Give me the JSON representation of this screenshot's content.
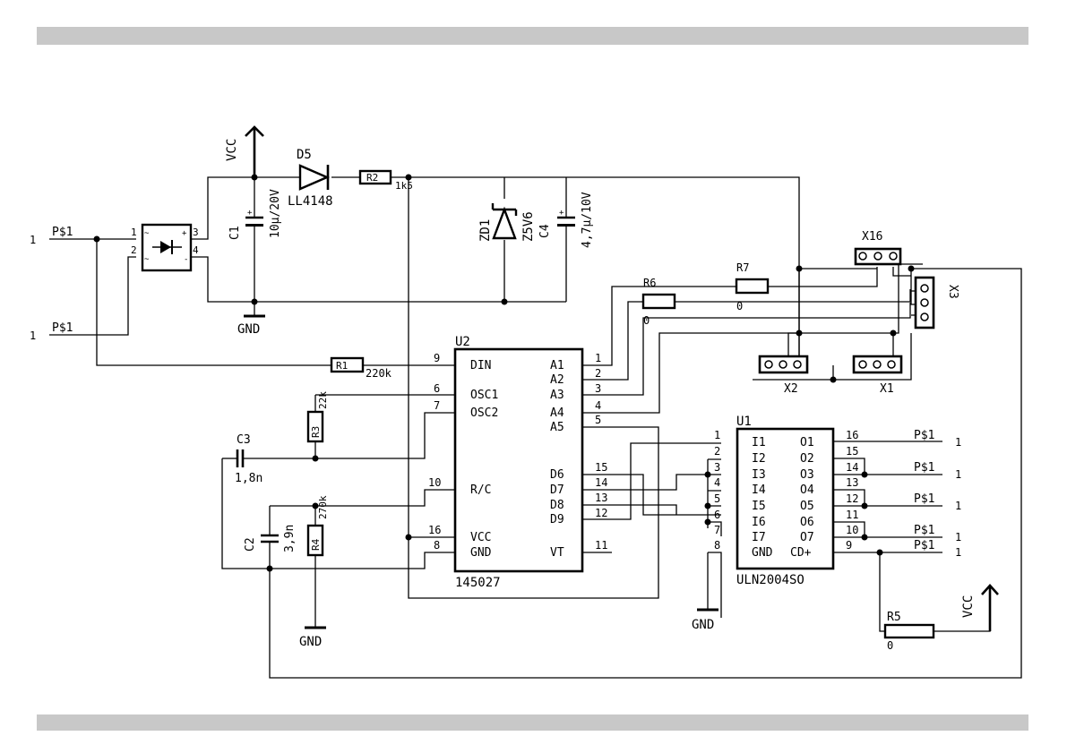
{
  "components": {
    "U2": {
      "name": "U2",
      "value": "145027",
      "pins": {
        "p9": "9",
        "p6": "6",
        "p7": "7",
        "p10": "10",
        "p16": "16",
        "p8": "8",
        "p1": "1",
        "p2": "2",
        "p3": "3",
        "p4": "4",
        "p5": "5",
        "p15": "15",
        "p14": "14",
        "p13": "13",
        "p12": "12",
        "p11": "11"
      },
      "labels": {
        "DIN": "DIN",
        "OSC1": "OSC1",
        "OSC2": "OSC2",
        "RC": "R/C",
        "VCC": "VCC",
        "GND": "GND",
        "A1": "A1",
        "A2": "A2",
        "A3": "A3",
        "A4": "A4",
        "A5": "A5",
        "D6": "D6",
        "D7": "D7",
        "D8": "D8",
        "D9": "D9",
        "VT": "VT"
      }
    },
    "U1": {
      "name": "U1",
      "value": "ULN2004SO",
      "pins_left": [
        "1",
        "2",
        "3",
        "4",
        "5",
        "6",
        "7",
        "8"
      ],
      "pins_right": [
        "16",
        "15",
        "14",
        "13",
        "12",
        "11",
        "10",
        "9"
      ],
      "labels_left": [
        "I1",
        "I2",
        "I3",
        "I4",
        "I5",
        "I6",
        "I7",
        "GND"
      ],
      "labels_right": [
        "O1",
        "O2",
        "O3",
        "O4",
        "O5",
        "O6",
        "O7",
        "CD+"
      ]
    },
    "D5": {
      "name": "D5",
      "value": "LL4148"
    },
    "ZD1": {
      "name": "ZD1",
      "value": "Z5V6"
    },
    "C1": {
      "name": "C1",
      "value": "10µ/20V"
    },
    "C4": {
      "name": "C4",
      "value": "4,7µ/10V"
    },
    "C3": {
      "name": "C3",
      "value": "1,8n"
    },
    "C2": {
      "name": "C2",
      "value": "3,9n"
    },
    "R1": {
      "name": "R1",
      "value": "220k"
    },
    "R2": {
      "name": "R2",
      "value": "1k5"
    },
    "R3": {
      "name": "R3",
      "value": "22k"
    },
    "R4": {
      "name": "R4",
      "value": "270k"
    },
    "R5": {
      "name": "R5",
      "value": "0"
    },
    "R6": {
      "name": "R6",
      "value": "0"
    },
    "R7": {
      "name": "R7",
      "value": "0"
    },
    "X1": {
      "name": "X1"
    },
    "X2": {
      "name": "X2"
    },
    "X3": {
      "name": "X3"
    },
    "X16": {
      "name": "X16"
    },
    "bridge": {
      "pin1": "1",
      "pin2": "2",
      "pin3": "3",
      "pin4": "4",
      "plus": "+",
      "minus": "-",
      "ac1": "~",
      "ac2": "~"
    }
  },
  "power": {
    "vcc": "VCC",
    "gnd": "GND"
  },
  "nets": {
    "input": "P$1",
    "one": "1"
  }
}
